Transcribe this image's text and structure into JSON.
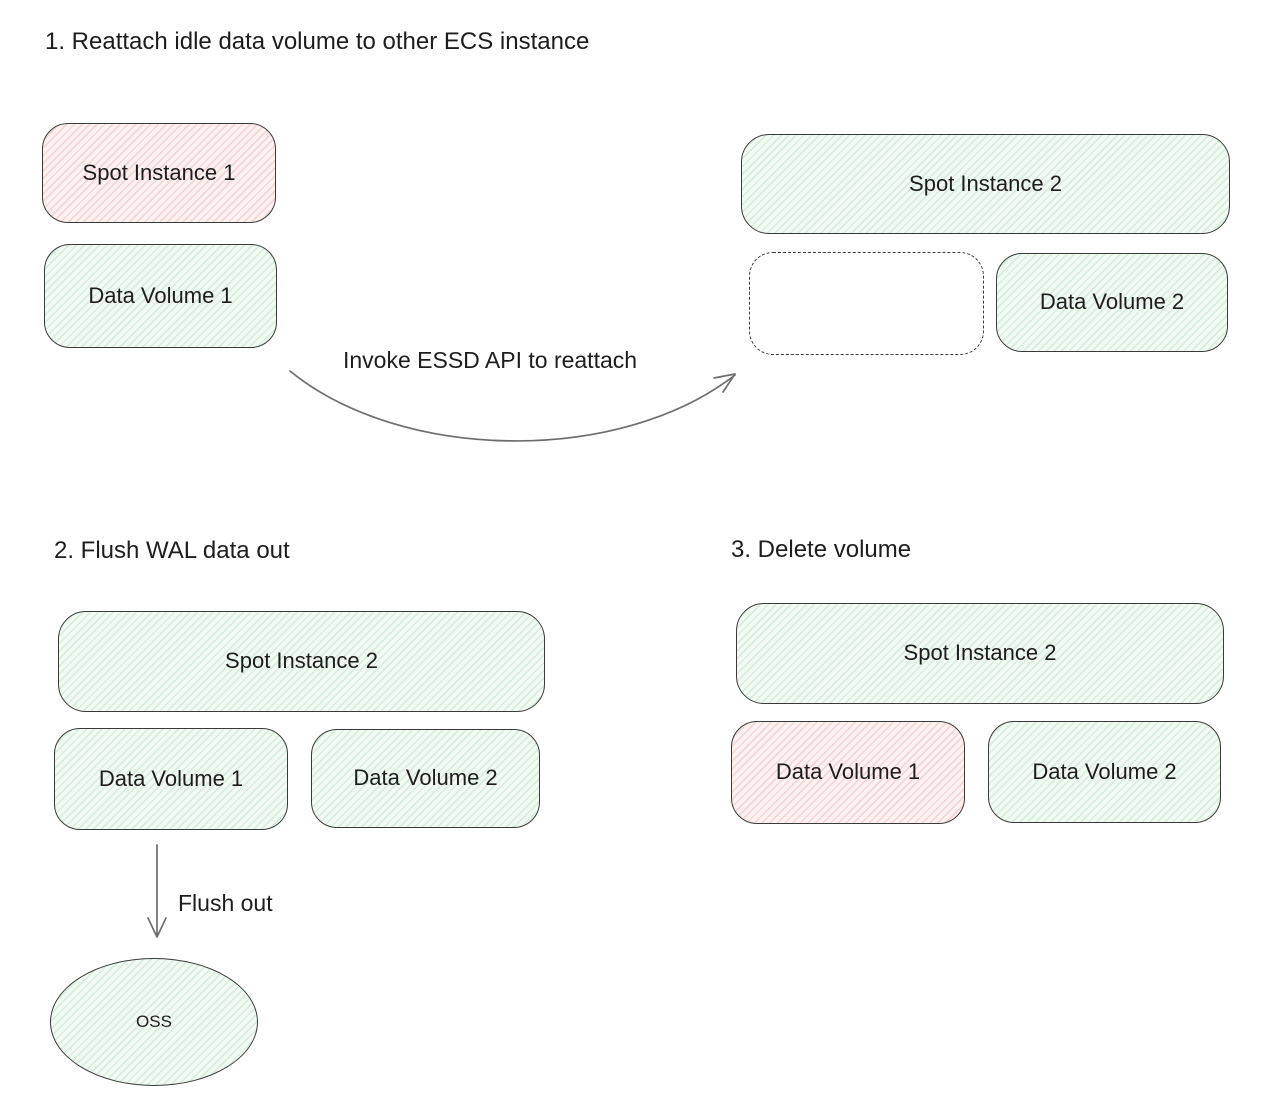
{
  "colors": {
    "background": "#ffffff",
    "stroke": "#3a3a3a",
    "arrow": "#6e6e6e",
    "text": "#1d1d1d",
    "green_base": "#f2faf3",
    "green_hatch": "#d8eedd",
    "pink_base": "#fdf1f1",
    "pink_hatch": "#f5d6d6"
  },
  "step1": {
    "title": "1. Reattach idle data volume to other ECS instance",
    "spot_instance_1": "Spot Instance 1",
    "data_volume_1": "Data Volume 1",
    "arrow_label": "Invoke ESSD API to reattach",
    "spot_instance_2": "Spot Instance 2",
    "data_volume_2": "Data Volume 2"
  },
  "step2": {
    "title": "2. Flush WAL data out",
    "spot_instance_2": "Spot Instance 2",
    "data_volume_1": "Data Volume 1",
    "data_volume_2": "Data Volume 2",
    "arrow_label": "Flush out",
    "oss_label": "OSS"
  },
  "step3": {
    "title": "3. Delete volume",
    "spot_instance_2": "Spot Instance 2",
    "data_volume_1": "Data Volume 1",
    "data_volume_2": "Data Volume 2"
  }
}
